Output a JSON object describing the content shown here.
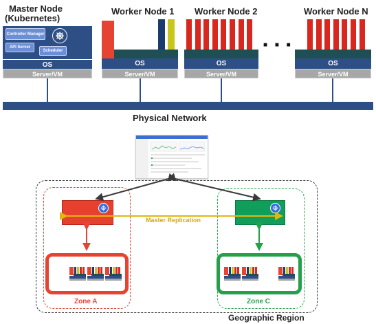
{
  "master": {
    "title_line1": "Master Node",
    "title_line2": "(Kubernetes)",
    "controller_manager": "Controller Manager",
    "api_server": "API Server",
    "scheduler": "Scheduler"
  },
  "workers": [
    {
      "title": "Worker Node 1"
    },
    {
      "title": "Worker Node 2"
    },
    {
      "title": "Worker Node N"
    }
  ],
  "os_label": "OS",
  "server_label": "Server/VM",
  "ellipsis": "■ ■ ■",
  "network_label": "Physical Network",
  "replication_label": "Master  Replication",
  "zone_a": "Zone A",
  "zone_c": "Zone C",
  "region_label": "Geographic Region",
  "colors": {
    "os": "#2e4f86",
    "server": "#a7a7a7",
    "red": "#d8271e",
    "teal": "#1f4f55",
    "green": "#1e9b55",
    "zone_red": "#e64432",
    "zone_green": "#24a04a",
    "replication": "#e2b70c",
    "k8s": "#326ce5"
  },
  "icons": [
    "kubernetes-icon",
    "dashboard-screenshot",
    "double-arrow"
  ]
}
